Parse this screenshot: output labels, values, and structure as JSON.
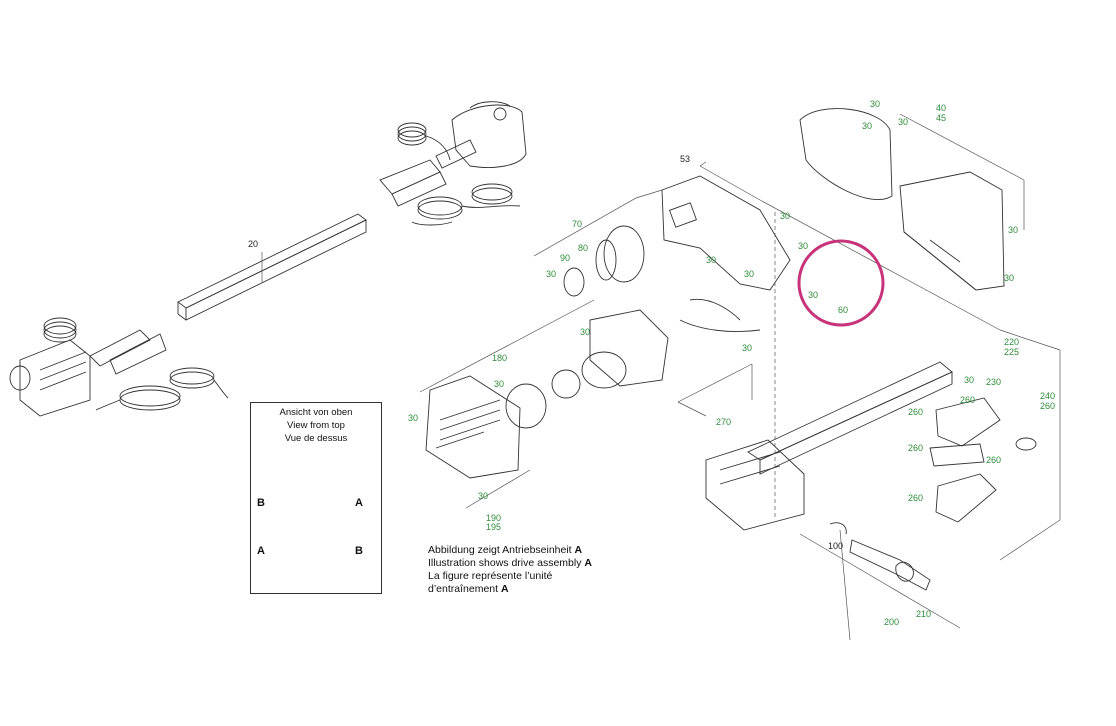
{
  "callouts": {
    "c20": "20",
    "c30a": "30",
    "c30b": "30",
    "c30c": "30",
    "c30d": "30",
    "c30e": "30",
    "c30f": "30",
    "c30g": "30",
    "c30h": "30",
    "c30i": "30",
    "c30j": "30",
    "c30k": "30",
    "c30l": "30",
    "c30m": "30",
    "c30n": "30",
    "c30o": "30",
    "c30p": "30",
    "c30q": "30",
    "c40": "40",
    "c45": "45",
    "c53": "53",
    "c60": "60",
    "c70": "70",
    "c80": "80",
    "c90": "90",
    "c100": "100",
    "c180": "180",
    "c190": "190",
    "c195": "195",
    "c200": "200",
    "c210": "210",
    "c220": "220",
    "c225": "225",
    "c230": "230",
    "c240": "240",
    "c260a": "260",
    "c260b": "260",
    "c260c": "260",
    "c260d": "260",
    "c260e": "260",
    "c260f": "260",
    "c270": "270"
  },
  "inset": {
    "title_de": "Ansicht von oben",
    "title_en": "View from top",
    "title_fr": "Vue de dessus",
    "letter_b_left": "B",
    "letter_a_right": "A",
    "letter_a_left": "A",
    "letter_b_right": "B"
  },
  "caption": {
    "line1": "Abbildung zeigt Antriebseinheit",
    "line1_bold": "A",
    "line2": "Illustration shows drive assembly",
    "line2_bold": "A",
    "line3": "La figure représente l’unité",
    "line4": "d’entraînement",
    "line4_bold": "A"
  },
  "colors": {
    "callout": "#2e8b3a",
    "highlight": "#c8347a",
    "line": "#333333"
  }
}
